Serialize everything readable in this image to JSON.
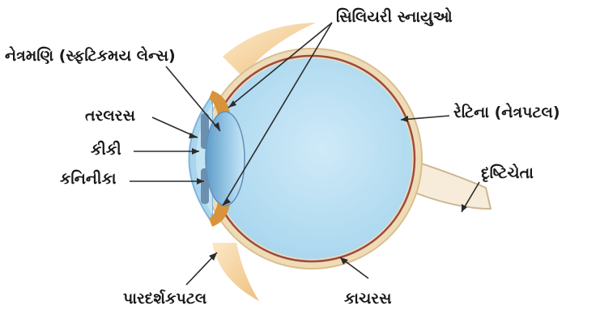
{
  "labels": {
    "ciliary_muscles": "સિલિયરી સ્નાયુઓ",
    "lens": "નેત્રમણિ (સ્ફટિકમય લેન્સ)",
    "aqueous_humour": "તરલરસ",
    "iris": "કીકી",
    "pupil": "કનિનીકા",
    "retina": "રેટિના (નેત્રપટલ)",
    "optic_nerve": "દૃષ્ટિચેતા",
    "cornea": "પારદર્શકપટલ",
    "vitreous_humour": "કાચરસ"
  },
  "colors": {
    "eyeball_fill": "#bfe3f4",
    "sclera": "#efdcb6",
    "retina_line": "#9c4a43",
    "lens": "#7fb6db",
    "cornea": "#a9d6ee",
    "iris": "#6c8fb0",
    "ciliary": "#d9933a",
    "orbit_fat": "#f4cf96",
    "leader_line": "#2b2b2b"
  }
}
